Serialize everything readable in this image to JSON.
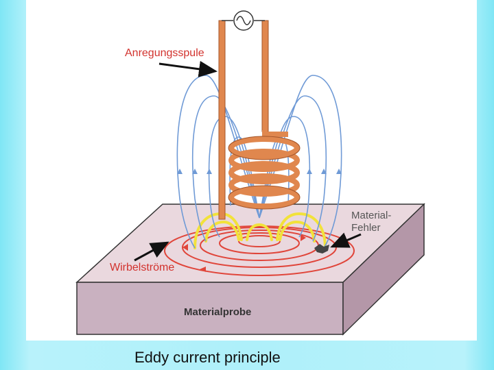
{
  "diagram": {
    "labels": {
      "excitation_coil": "Anregungsspule",
      "material_defect_line1": "Material-",
      "material_defect_line2": "Fehler",
      "eddy_currents": "Wirbelströme",
      "material_sample": "Materialprobe"
    },
    "colors": {
      "background_frame": "#aef0fa",
      "coil": "#e0874e",
      "field_lines": "#6f9ad6",
      "eddy_current": "#e0453a",
      "secondary_field": "#f2e23a",
      "label_red": "#d2322d",
      "label_gray": "#555555",
      "block_top": "#e8d5dc",
      "block_front": "#cdb4c2",
      "block_side": "#b89aaa"
    },
    "icons": [
      "ac-source-icon"
    ]
  },
  "caption": "Eddy current principle"
}
